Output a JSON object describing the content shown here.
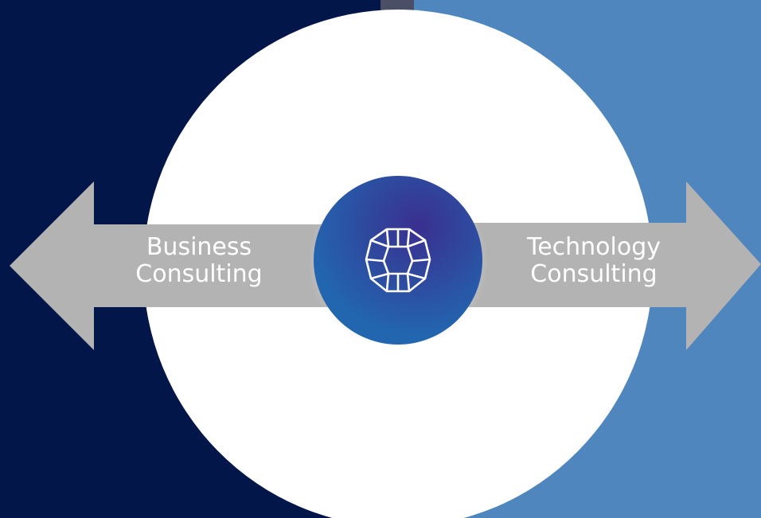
{
  "diagram": {
    "left_label_line1": "Business",
    "left_label_line2": "Consulting",
    "right_label_line1": "Technology",
    "right_label_line2": "Consulting",
    "center_icon": "geometric-polyhedron-icon"
  },
  "colors": {
    "left_panel": "#03164a",
    "right_panel": "#4f86bd",
    "center_strip": "#4a4f66",
    "circle": "#ffffff",
    "arrow": "#b3b3b3",
    "label_text": "#ffffff",
    "disc_inner": "#3a2f8f",
    "disc_outer": "#2266b0",
    "icon_stroke": "#ffffff"
  }
}
